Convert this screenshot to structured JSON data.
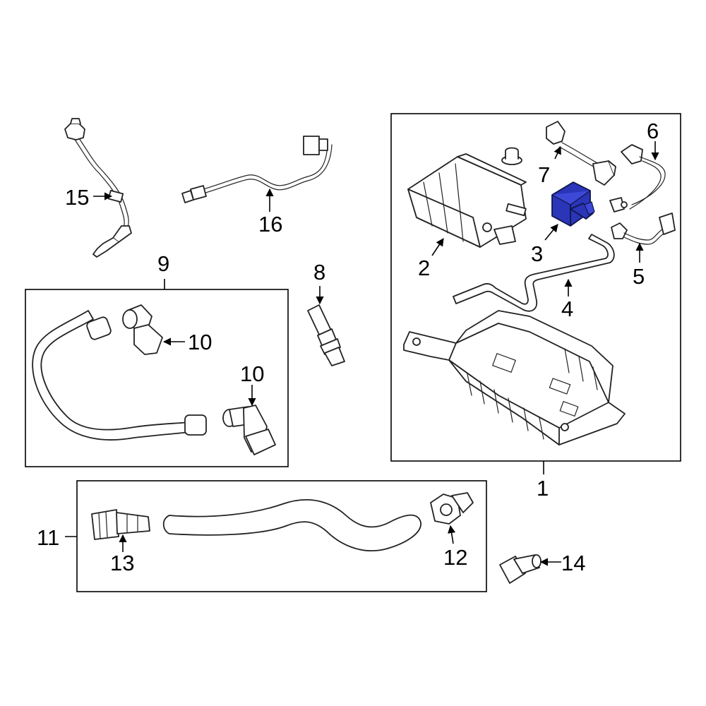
{
  "callouts": {
    "c1": "1",
    "c2": "2",
    "c3": "3",
    "c4": "4",
    "c5": "5",
    "c6": "6",
    "c7": "7",
    "c8": "8",
    "c9": "9",
    "c10a": "10",
    "c10b": "10",
    "c11": "11",
    "c12": "12",
    "c13": "13",
    "c14": "14",
    "c15": "15",
    "c16": "16"
  },
  "highlight_color": "#2a35b8",
  "highlighted_part": "3"
}
